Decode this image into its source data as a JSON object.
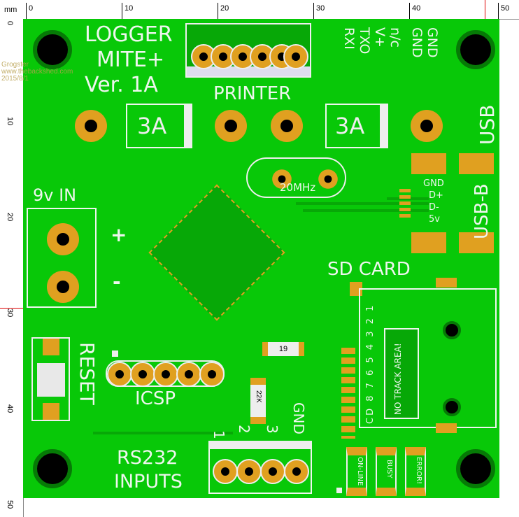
{
  "rulers": {
    "unit": "mm",
    "top_labels": [
      "0",
      "10",
      "20",
      "30",
      "40",
      "50"
    ],
    "left_labels": [
      "0",
      "10",
      "20",
      "30",
      "40",
      "50"
    ]
  },
  "watermark": {
    "author": "Grogster",
    "site": "www.thebackshed.com",
    "date": "2015/8/1"
  },
  "board": {
    "title_line1": "LOGGER",
    "title_line2": "MITE+",
    "version": "Ver. 1A",
    "printer_label": "PRINTER",
    "printer_pins": [
      "RXI",
      "TXO",
      "V+",
      "n/c",
      "GND",
      "GND"
    ],
    "fuse_labels": [
      "3A",
      "3A"
    ],
    "usb_label": "USB",
    "usb_connector": "USB-B",
    "usb_pins": [
      "GND",
      "D+",
      "D-",
      "5v"
    ],
    "crystal": "20MHz",
    "power_label": "9v IN",
    "plus": "+",
    "minus": "-",
    "sd_label": "SD CARD",
    "sd_pins": "CD 8 7 6 5 4 3 2 1",
    "no_track": "NO TRACK AREA!",
    "reset_label": "RESET",
    "icsp_label": "ICSP",
    "resistor_1": "19",
    "resistor_2": "22K",
    "rs232_label_1": "RS232",
    "rs232_label_2": "INPUTS",
    "rs232_pins": [
      "1",
      "2",
      "3",
      "GND"
    ],
    "leds": [
      "ON-LINE",
      "BUSY",
      "ERROR!"
    ]
  },
  "colors": {
    "board": "#08c808",
    "pad": "#e0a020",
    "silk": "#eef6ee"
  }
}
